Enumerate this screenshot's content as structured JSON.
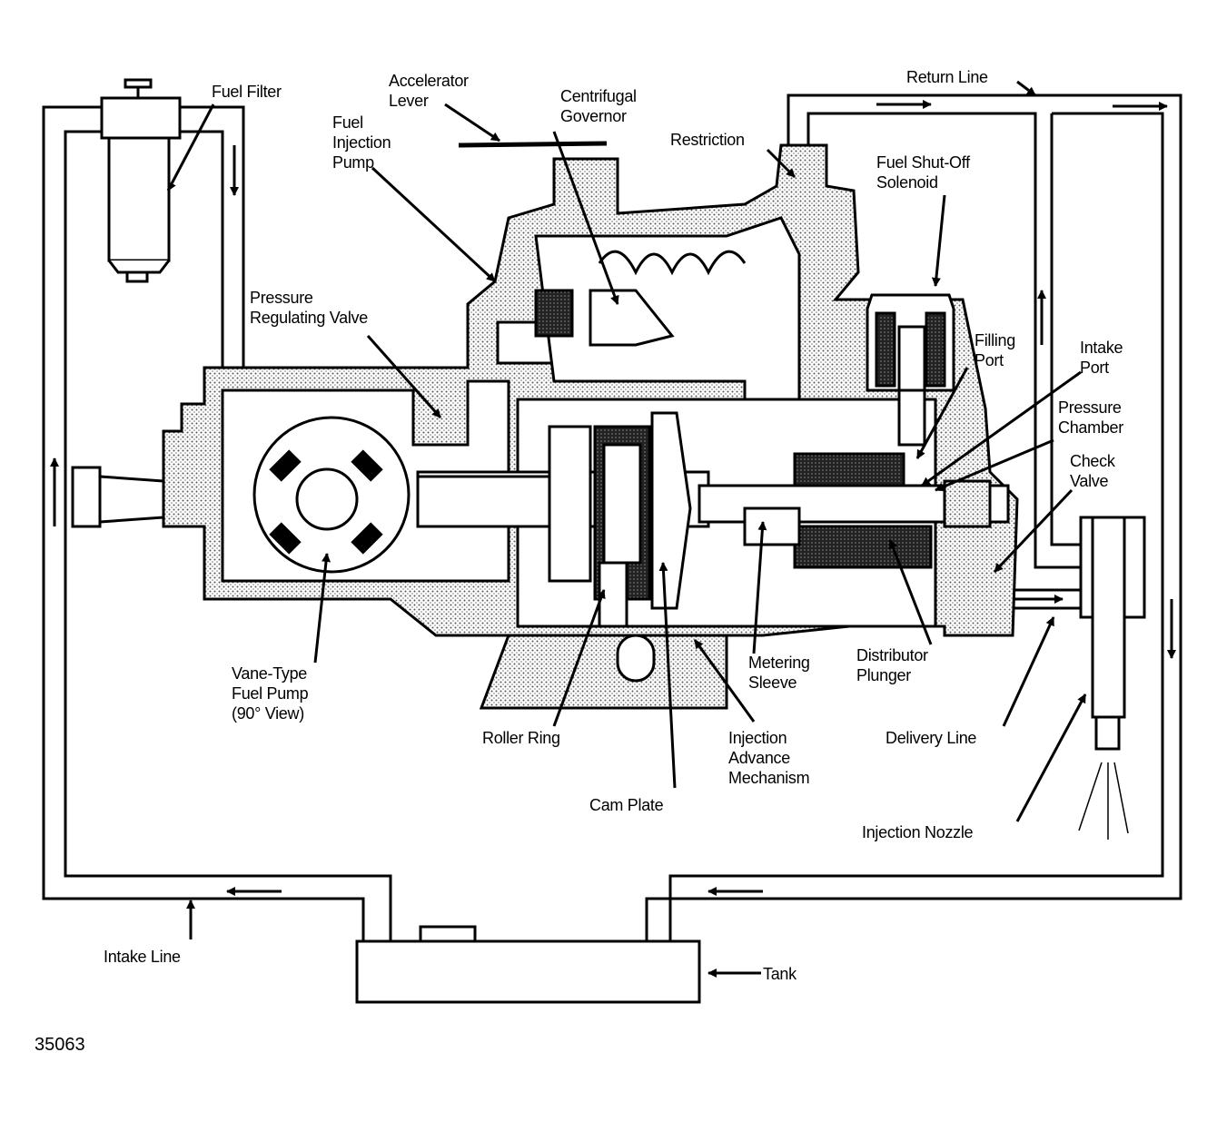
{
  "figure_id": "35063",
  "colors": {
    "ink": "#000000",
    "paper": "#ffffff",
    "stipple": "#9a9a9a",
    "dense": "#333333"
  },
  "labels": {
    "fuel_filter": "Fuel Filter",
    "accelerator_lever": "Accelerator\nLever",
    "fuel_injection_pump": "Fuel\nInjection\nPump",
    "centrifugal_governor": "Centrifugal\nGovernor",
    "restriction": "Restriction",
    "return_line": "Return Line",
    "fuel_shutoff_solenoid": "Fuel Shut-Off\nSolenoid",
    "pressure_regulating_valve": "Pressure\nRegulating Valve",
    "filling_port": "Filling\nPort",
    "intake_port": "Intake\nPort",
    "pressure_chamber": "Pressure\nChamber",
    "check_valve": "Check\nValve",
    "vane_type_fuel_pump": "Vane-Type\nFuel Pump\n(90° View)",
    "metering_sleeve": "Metering\nSleeve",
    "distributor_plunger": "Distributor\nPlunger",
    "roller_ring": "Roller Ring",
    "injection_advance_mechanism": "Injection\nAdvance\nMechanism",
    "delivery_line": "Delivery Line",
    "cam_plate": "Cam Plate",
    "injection_nozzle": "Injection Nozzle",
    "intake_line": "Intake Line",
    "tank": "Tank"
  }
}
